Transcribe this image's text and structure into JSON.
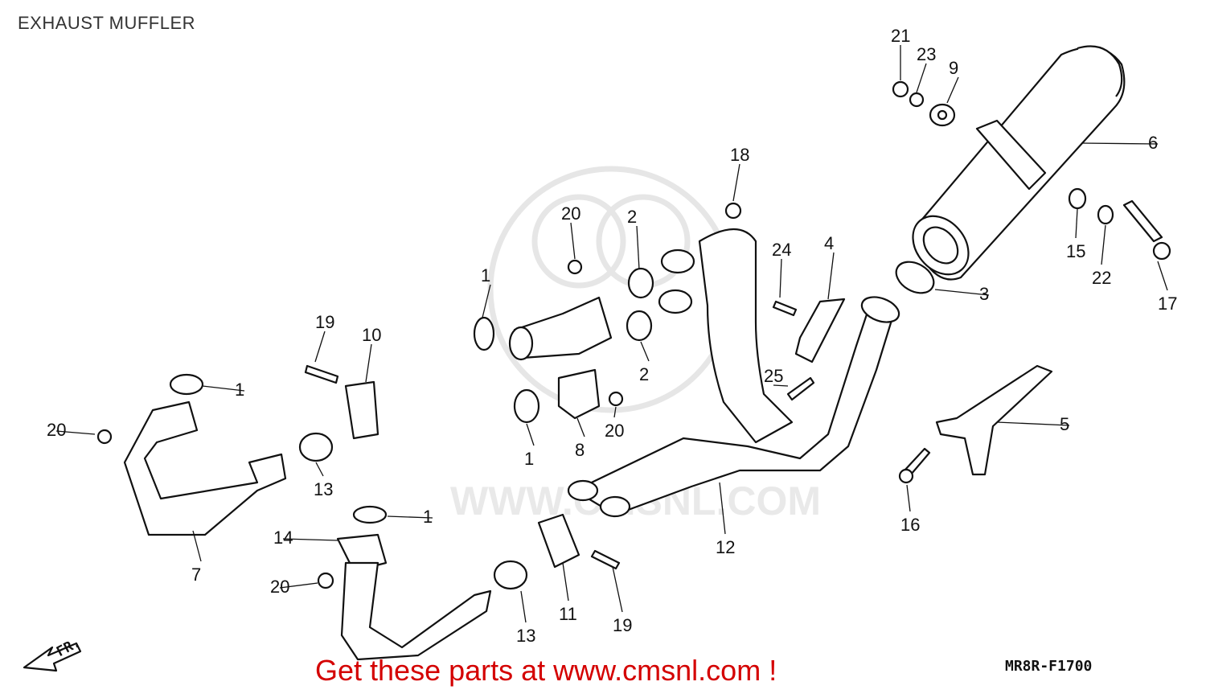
{
  "title": "EXHAUST MUFFLER",
  "diagram_code": "MR8R-F1700",
  "promo_text": "Get these parts at www.cmsnl.com !",
  "direction_label": "FR.",
  "watermark": {
    "text": "WWW.CMSNL.COM",
    "logo": "CMS"
  },
  "callouts": [
    {
      "id": "c21",
      "label": "21",
      "part": "nut"
    },
    {
      "id": "c23",
      "label": "23",
      "part": "washer"
    },
    {
      "id": "c9",
      "label": "9",
      "part": "rubber-bushing"
    },
    {
      "id": "c6",
      "label": "6",
      "part": "muffler"
    },
    {
      "id": "c18",
      "label": "18",
      "part": "nut"
    },
    {
      "id": "c20a",
      "label": "20",
      "part": "nut"
    },
    {
      "id": "c2a",
      "label": "2",
      "part": "gasket"
    },
    {
      "id": "c15",
      "label": "15",
      "part": "collar"
    },
    {
      "id": "c24",
      "label": "24",
      "part": "bolt"
    },
    {
      "id": "c4",
      "label": "4",
      "part": "heat-protector"
    },
    {
      "id": "c22",
      "label": "22",
      "part": "washer"
    },
    {
      "id": "c17",
      "label": "17",
      "part": "bolt"
    },
    {
      "id": "c3",
      "label": "3",
      "part": "gasket"
    },
    {
      "id": "c1a",
      "label": "1",
      "part": "gasket"
    },
    {
      "id": "c19a",
      "label": "19",
      "part": "bolt"
    },
    {
      "id": "c10",
      "label": "10",
      "part": "band"
    },
    {
      "id": "c2b",
      "label": "2",
      "part": "gasket"
    },
    {
      "id": "c25",
      "label": "25",
      "part": "bolt"
    },
    {
      "id": "c1b",
      "label": "1",
      "part": "gasket"
    },
    {
      "id": "c20b",
      "label": "20",
      "part": "nut"
    },
    {
      "id": "c5",
      "label": "5",
      "part": "stay"
    },
    {
      "id": "c8",
      "label": "8",
      "part": "joint"
    },
    {
      "id": "c20c",
      "label": "20",
      "part": "nut"
    },
    {
      "id": "c1c",
      "label": "1",
      "part": "gasket"
    },
    {
      "id": "c13a",
      "label": "13",
      "part": "joint-pipe"
    },
    {
      "id": "c1d",
      "label": "1",
      "part": "gasket"
    },
    {
      "id": "c16",
      "label": "16",
      "part": "bolt"
    },
    {
      "id": "c14",
      "label": "14",
      "part": "flange"
    },
    {
      "id": "c12",
      "label": "12",
      "part": "exhaust-pipe"
    },
    {
      "id": "c7",
      "label": "7",
      "part": "exhaust-pipe"
    },
    {
      "id": "c20d",
      "label": "20",
      "part": "nut"
    },
    {
      "id": "c11",
      "label": "11",
      "part": "band"
    },
    {
      "id": "c13b",
      "label": "13",
      "part": "joint-pipe"
    },
    {
      "id": "c19b",
      "label": "19",
      "part": "bolt"
    }
  ]
}
